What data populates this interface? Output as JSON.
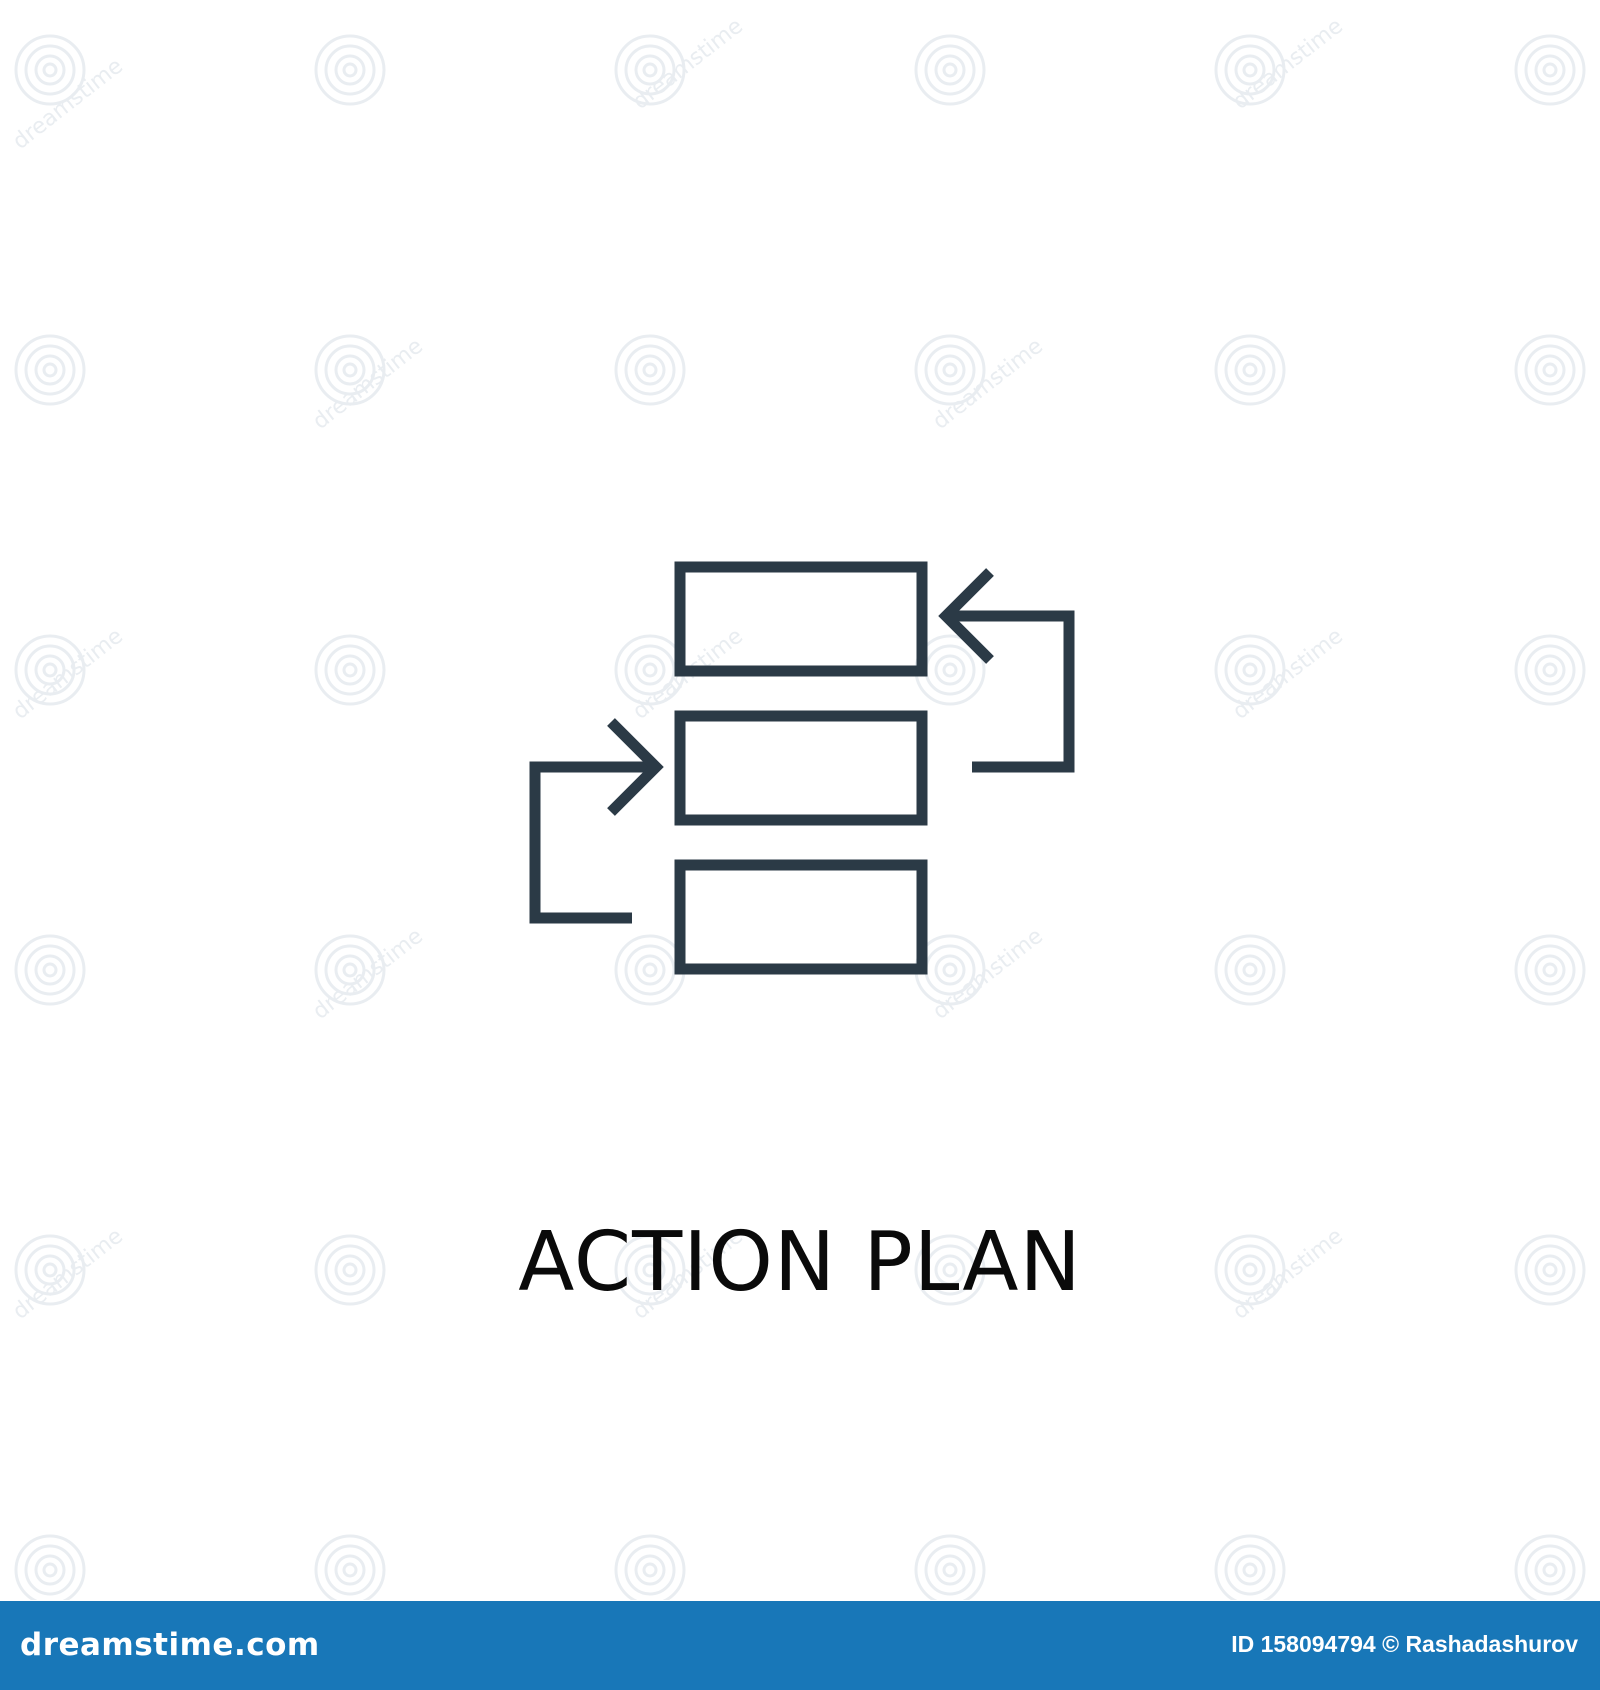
{
  "caption": "ACTION PLAN",
  "watermark_text": "dreamstime",
  "footer": {
    "brand": "dreamstime.com",
    "credit": "ID 158094794 © Rashadashurov"
  },
  "colors": {
    "icon_stroke": "#2b3a46",
    "caption_text": "#0a0a0a",
    "footer_bg": "#1877b8",
    "footer_text": "#ffffff",
    "watermark": "#e9edf1"
  },
  "icon": {
    "name": "action-plan-icon"
  }
}
